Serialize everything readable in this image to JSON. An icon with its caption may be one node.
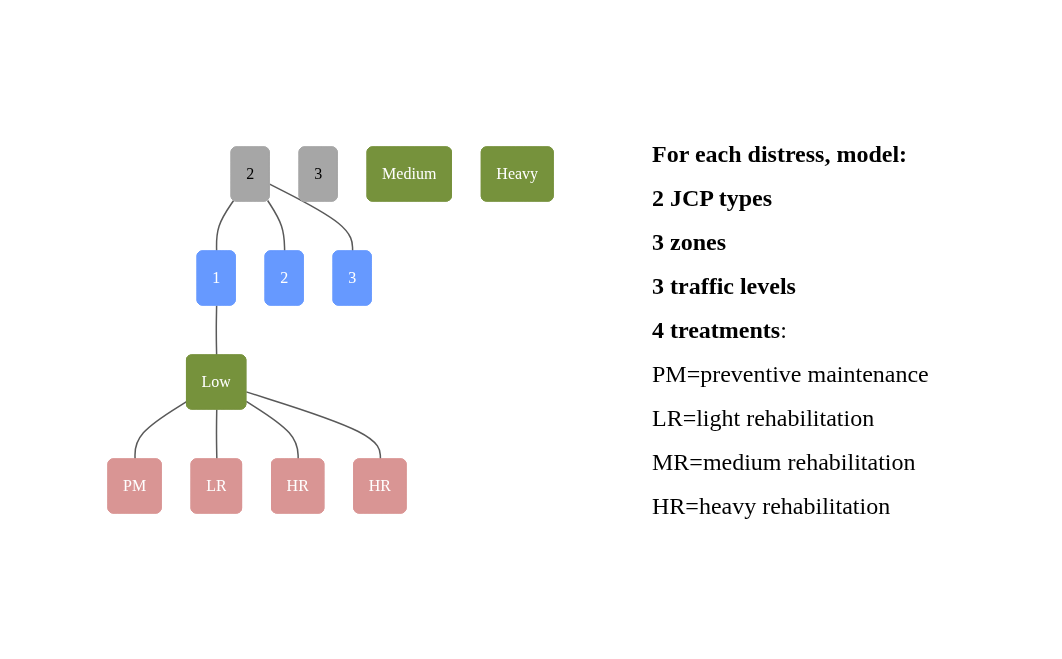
{
  "diagram": {
    "nodes": [
      {
        "text": [
          "2"
        ]
      },
      {
        "text": [
          "3"
        ]
      },
      {
        "text": [
          "1"
        ]
      },
      {
        "text": [
          "2"
        ]
      },
      {
        "text": [
          "3"
        ]
      },
      {
        "text": [
          "Low"
        ]
      },
      {
        "text": [
          "Medium"
        ]
      },
      {
        "text": [
          "Heavy"
        ]
      },
      {
        "text": [
          "PM"
        ]
      },
      {
        "text": [
          "LR"
        ]
      },
      {
        "text": [
          "HR"
        ]
      },
      {
        "text": [
          "HR"
        ]
      }
    ],
    "edges": [
      {
        "from": 0,
        "to": 2,
        "arrow": "none"
      },
      {
        "from": 0,
        "to": 3,
        "arrow": "none"
      },
      {
        "from": 0,
        "to": 4,
        "arrow": "none"
      },
      {
        "from": 2,
        "to": 5,
        "arrow": "none"
      },
      {
        "from": 5,
        "to": 8,
        "arrow": "none"
      },
      {
        "from": 5,
        "to": 9,
        "arrow": "none"
      },
      {
        "from": 5,
        "to": 10,
        "arrow": "none"
      },
      {
        "from": 5,
        "to": 11,
        "arrow": "none"
      }
    ],
    "labels": [
      "For each distress, model:",
      "2 JCP types",
      "3 zones",
      "3 traffic levels",
      "**4 treatments**:",
      "PM=preventive maintenance",
      "LR=light rehabilitation",
      "MR=medium rehabilitation",
      "HR=heavy rehabilitation"
    ]
  }
}
